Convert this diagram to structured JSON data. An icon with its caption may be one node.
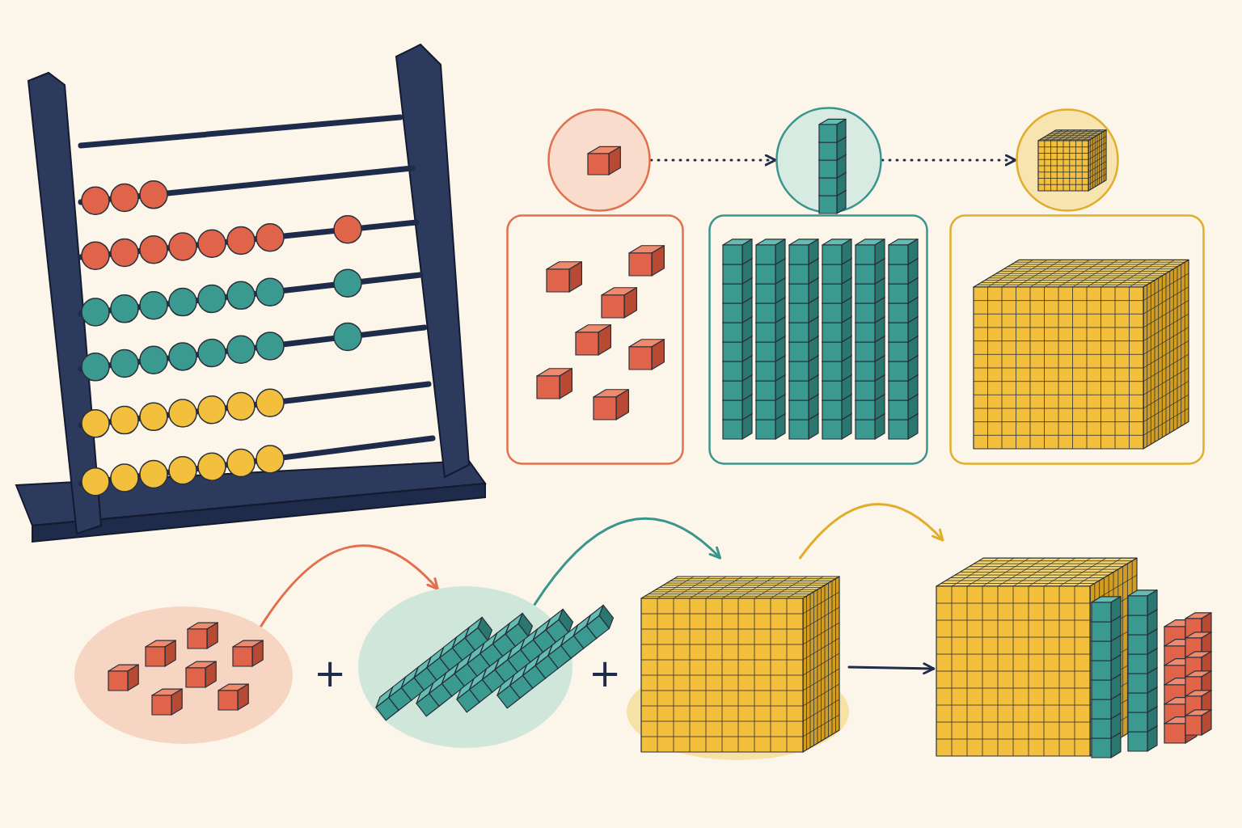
{
  "diagram": {
    "nodes": [
      {
        "text": [],
        "shape": "picture"
      },
      {
        "text": [],
        "shape": "circle"
      },
      {
        "text": [],
        "shape": "circle"
      },
      {
        "text": [],
        "shape": "circle"
      },
      {
        "text": [],
        "shape": "box"
      },
      {
        "text": [],
        "shape": "box"
      },
      {
        "text": [],
        "shape": "box"
      },
      {
        "text": [],
        "shape": "ellipse"
      },
      {
        "text": [],
        "shape": "ellipse"
      },
      {
        "text": [],
        "shape": "ellipse"
      },
      {
        "text": [],
        "shape": "picture"
      }
    ],
    "edges": [
      {
        "from": 1,
        "to": 2,
        "arrow": "to",
        "style": "dashed"
      },
      {
        "from": 2,
        "to": 3,
        "arrow": "to",
        "style": "dashed"
      },
      {
        "from": 7,
        "to": 8,
        "arrow": "to",
        "color": "#e2704e"
      },
      {
        "from": 8,
        "to": 9,
        "arrow": "to",
        "color": "#3b958c"
      },
      {
        "from": 9,
        "to": 10,
        "arrow": "to",
        "color": "#e0ad2c"
      },
      {
        "from": 9,
        "to": 10,
        "arrow": "to"
      }
    ],
    "labels": [
      "+",
      "+"
    ]
  }
}
